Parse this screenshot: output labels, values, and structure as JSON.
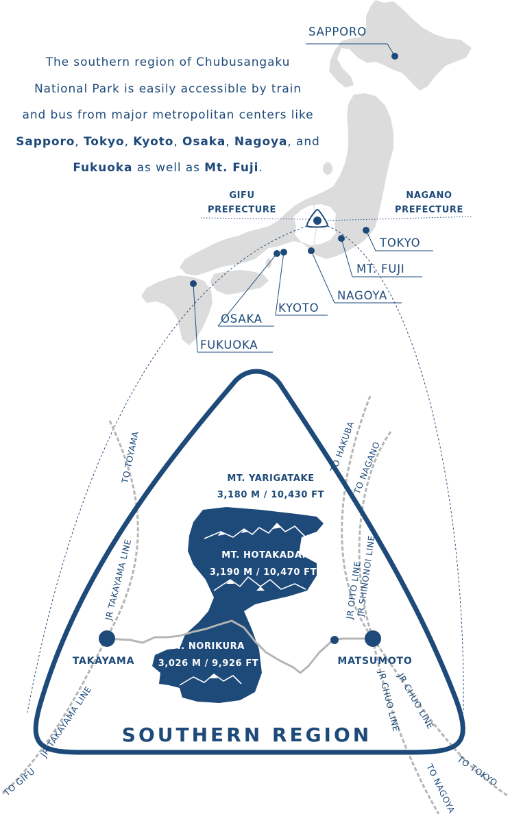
{
  "intro": {
    "line1": "The southern region of Chubusangaku",
    "line2": "National Park is easily accessible by train",
    "line3": "and bus from major metropolitan centers like",
    "line4": {
      "c1": "Sapporo",
      "s1": ", ",
      "c2": "Tokyo",
      "s2": ", ",
      "c3": "Kyoto",
      "s3": ", ",
      "c4": "Osaka",
      "s4": ", ",
      "c5": "Nagoya",
      "s5": ", and"
    },
    "line5": {
      "c6": "Fukuoka",
      "s6": " as well as ",
      "c7": "Mt. Fuji",
      "s7": "."
    }
  },
  "cities": {
    "sapporo": "SAPPORO",
    "tokyo": "TOKYO",
    "mtfuji": "MT. FUJI",
    "nagoya": "NAGOYA",
    "kyoto": "KYOTO",
    "osaka": "OSAKA",
    "fukuoka": "FUKUOKA"
  },
  "prefectures": {
    "gifu_1": "GIFU",
    "gifu_2": "PREFECTURE",
    "nagano_1": "NAGANO",
    "nagano_2": "PREFECTURE"
  },
  "region": {
    "title": "SOUTHERN REGION",
    "yarigatake_name": "MT. YARIGATAKE",
    "yarigatake_elev": "3,180 M / 10,430 FT",
    "hotakadake_name": "MT. HOTAKADAKE",
    "hotakadake_elev": "3,190 M / 10,470 FT",
    "norikura_name": "MT. NORIKURA",
    "norikura_elev": "3,026 M / 9,926 FT",
    "takayama": "TAKAYAMA",
    "matsumoto": "MATSUMOTO"
  },
  "lines": {
    "to_toyama": "TO TOYAMA",
    "jr_takayama_upper": "JR TAKAYAMA LINE",
    "jr_takayama_lower": "JR TAKAYAMA LINE",
    "to_gifu": "TO GIFU",
    "to_hakuba": "TO HAKUBA",
    "to_nagano": "TO NAGANO",
    "jr_oito": "JR OITO LINE",
    "jr_shinonoi": "JR SHINONOI LINE",
    "jr_chuo_1": "JR CHUO LINE",
    "jr_chuo_2": "JR CHUO LINE",
    "to_nagoya": "TO NAGOYA",
    "to_tokyo": "TO TOKYO"
  },
  "colors": {
    "navy": "#1e4a7a",
    "land": "#dcdcdc",
    "rail": "#b5b5b5",
    "white": "#ffffff"
  }
}
